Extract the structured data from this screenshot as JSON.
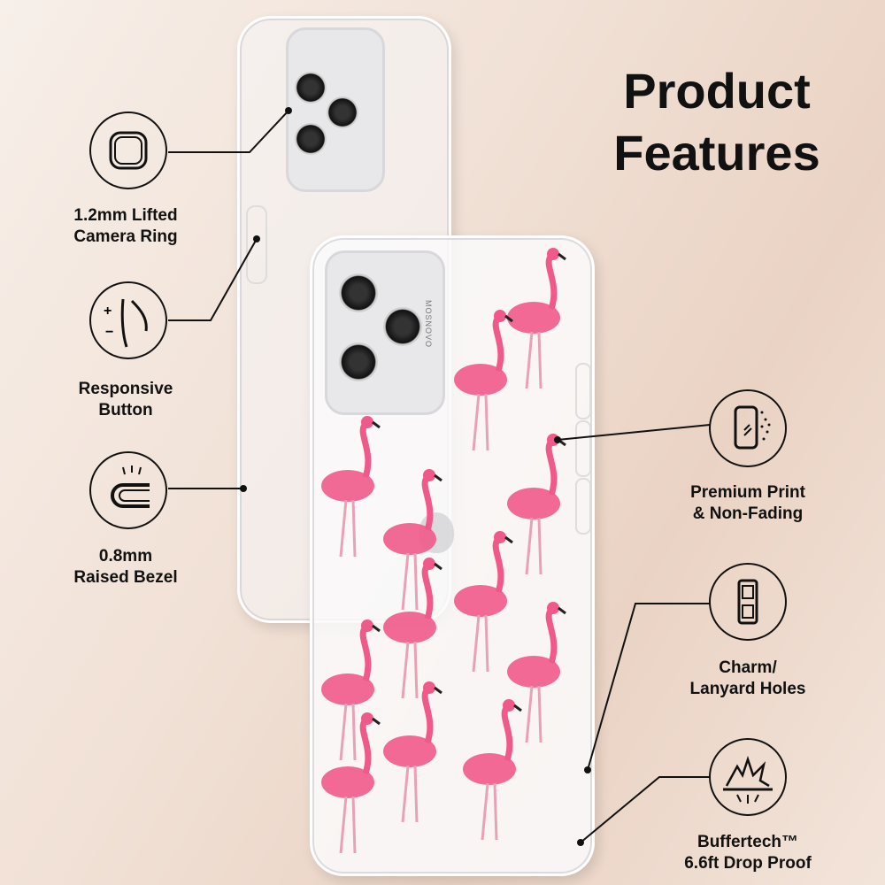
{
  "title": {
    "line1": "Product",
    "line2": "Features"
  },
  "brand": "MOSNOVO",
  "features_left": [
    {
      "icon": "camera-ring-icon",
      "line1": "1.2mm Lifted",
      "line2": "Camera Ring"
    },
    {
      "icon": "button-icon",
      "line1": "Responsive",
      "line2": "Button"
    },
    {
      "icon": "bezel-icon",
      "line1": "0.8mm",
      "line2": "Raised Bezel"
    }
  ],
  "features_right": [
    {
      "icon": "print-icon",
      "line1": "Premium Print",
      "line2": "& Non-Fading"
    },
    {
      "icon": "lanyard-holes-icon",
      "line1": "Charm/",
      "line2": "Lanyard Holes"
    },
    {
      "icon": "drop-proof-icon",
      "line1": "Buffertech™",
      "line2": "6.6ft Drop Proof"
    }
  ],
  "colors": {
    "flamingo": "#f05a8a",
    "background": "#f1e1d6",
    "text": "#111111"
  }
}
